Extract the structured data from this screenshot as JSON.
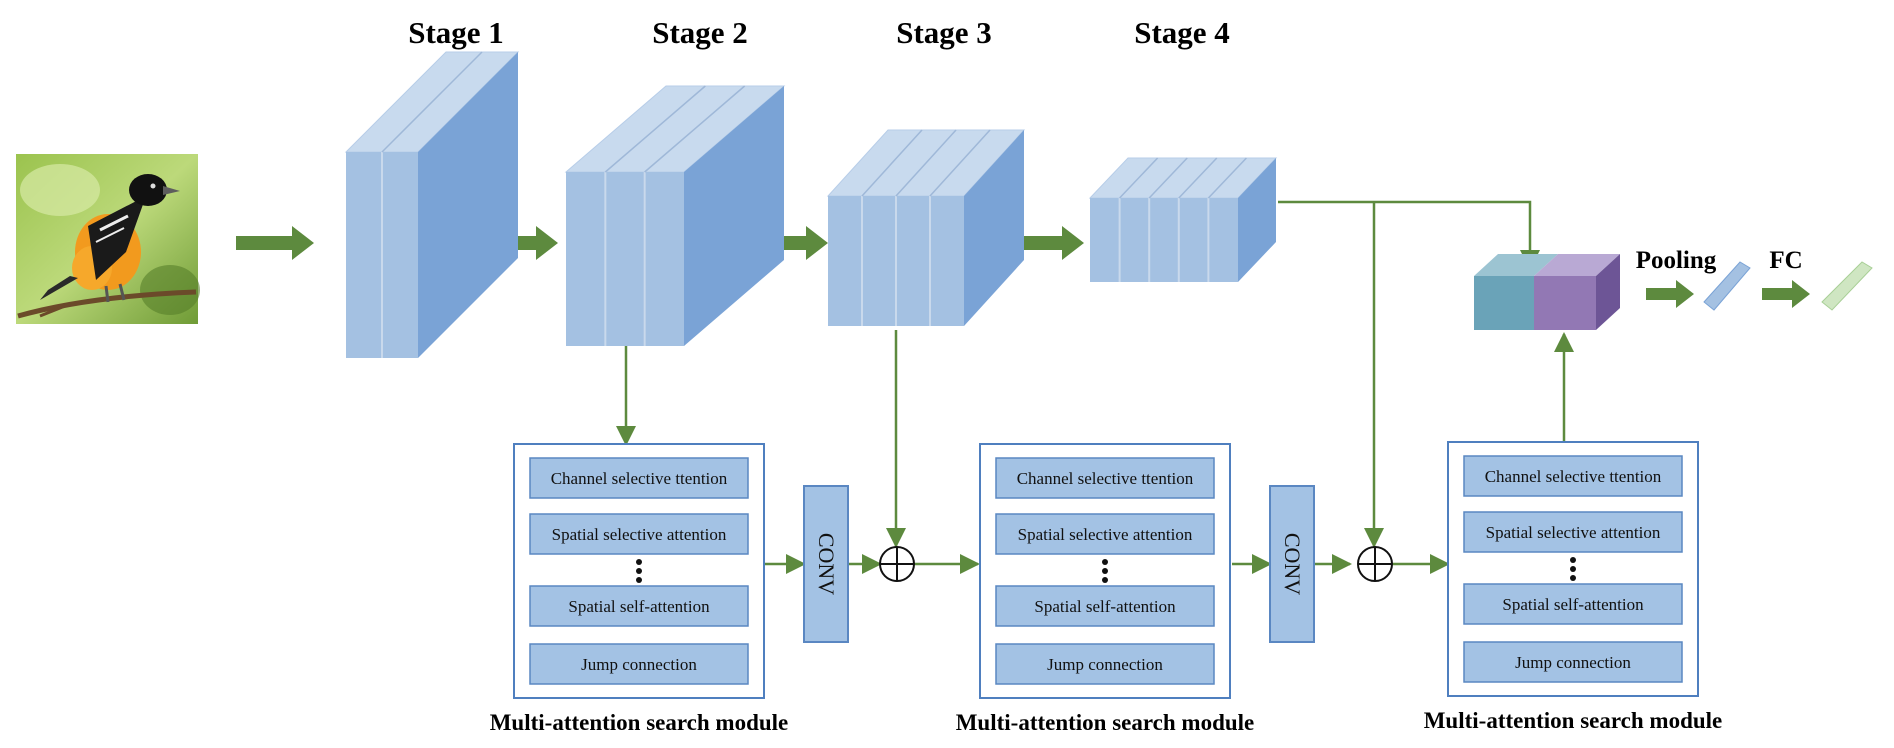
{
  "stages": [
    {
      "label": "Stage 1"
    },
    {
      "label": "Stage 2"
    },
    {
      "label": "Stage 3"
    },
    {
      "label": "Stage 4"
    }
  ],
  "modules": [
    {
      "title": "Multi-attention search module",
      "items": [
        "Channel selective ttention",
        "Spatial selective attention",
        "Spatial self-attention",
        "Jump connection"
      ]
    },
    {
      "title": "Multi-attention search module",
      "items": [
        "Channel selective ttention",
        "Spatial selective attention",
        "Spatial self-attention",
        "Jump connection"
      ]
    },
    {
      "title": "Multi-attention search module",
      "items": [
        "Channel selective ttention",
        "Spatial selective attention",
        "Spatial self-attention",
        "Jump connection"
      ]
    }
  ],
  "conv_blocks": [
    {
      "label": "CONV"
    },
    {
      "label": "CONV"
    }
  ],
  "head": {
    "pooling_label": "Pooling",
    "fc_label": "FC"
  },
  "colors": {
    "block_front": "#a4c1e2",
    "block_top": "#c8daee",
    "block_side": "#7aa3d6",
    "arrow_green": "#5d8a3e",
    "module_border": "#4f7fbf",
    "item_fill": "#a3c2e4",
    "item_border": "#5a87c2",
    "concat_teal": "#6aa3b8",
    "concat_purple": "#9278b4"
  }
}
